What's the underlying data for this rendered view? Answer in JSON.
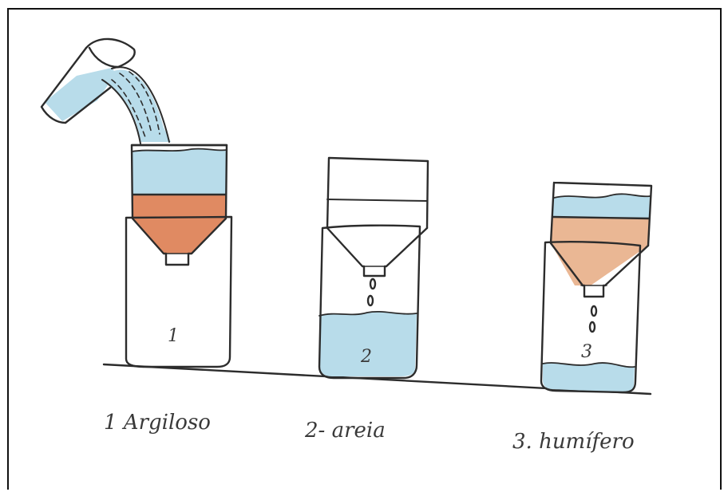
{
  "glasses": [
    {
      "number": "1",
      "caption": "1 Argiloso"
    },
    {
      "number": "2",
      "caption": "2- areia"
    },
    {
      "number": "3",
      "caption": "3. humífero"
    }
  ],
  "colors": {
    "water": "#b8dcea",
    "clay_soil": "#e08a62",
    "humus_soil": "#eab794",
    "ink": "#2c2c2c"
  }
}
